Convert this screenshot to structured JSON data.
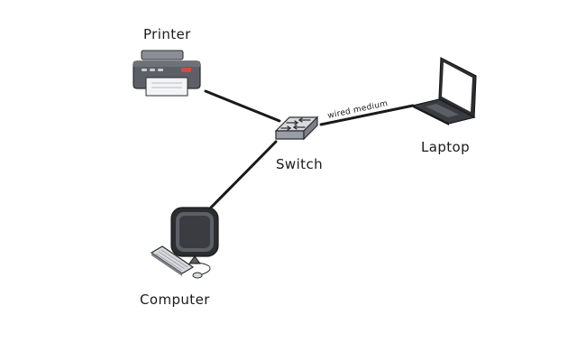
{
  "nodes": {
    "printer": {
      "label": "Printer"
    },
    "switch": {
      "label": "Switch"
    },
    "laptop": {
      "label": "Laptop"
    },
    "computer": {
      "label": "Computer"
    }
  },
  "edges": {
    "switch_laptop": {
      "label": "wired medium"
    }
  },
  "colors": {
    "line": "#1a1a1a",
    "device_body": "#5c5f66",
    "device_dark": "#2b2d31",
    "device_light": "#c9ccd1",
    "accent_red": "#d9473f"
  },
  "icons": [
    "printer-icon",
    "switch-icon",
    "laptop-icon",
    "computer-icon"
  ]
}
